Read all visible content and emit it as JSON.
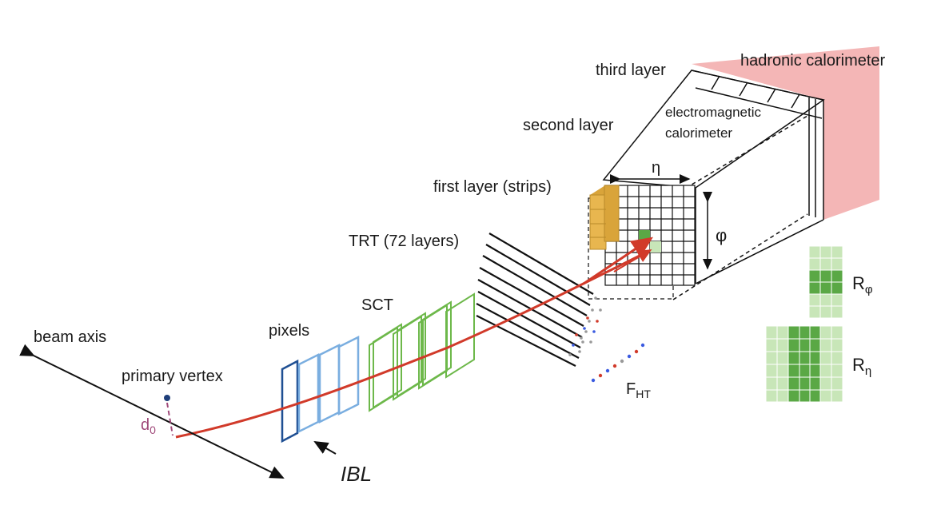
{
  "labels": {
    "beam_axis": "beam axis",
    "primary_vertex": "primary vertex",
    "d0_main": "d",
    "d0_sub": "0",
    "pixels": "pixels",
    "ibl": "IBL",
    "sct": "SCT",
    "trt": "TRT (72 layers)",
    "fht_main": "F",
    "fht_sub": "HT",
    "first_layer": "first layer (strips)",
    "second_layer": "second layer",
    "third_layer": "third layer",
    "em_calo_line1": "electromagnetic",
    "em_calo_line2": "calorimeter",
    "hadronic_calo": "hadronic calorimeter",
    "eta": "η",
    "phi": "φ",
    "r_phi_main": "R",
    "r_phi_sub": "φ",
    "r_eta_main": "R",
    "r_eta_sub": "η"
  },
  "colors": {
    "track": "#d13a2a",
    "ibl_blue": "#1f4f93",
    "pixel_blue": "#7aaee0",
    "sct_green": "#6db84a",
    "strip_gold": "#d9a43a",
    "hadronic_pink": "#f4b6b6",
    "cell_light": "#c8e6b8",
    "cell_dark": "#5aa845",
    "d0_purple": "#a04a7a",
    "vertex_blue": "#1f3f7a"
  }
}
